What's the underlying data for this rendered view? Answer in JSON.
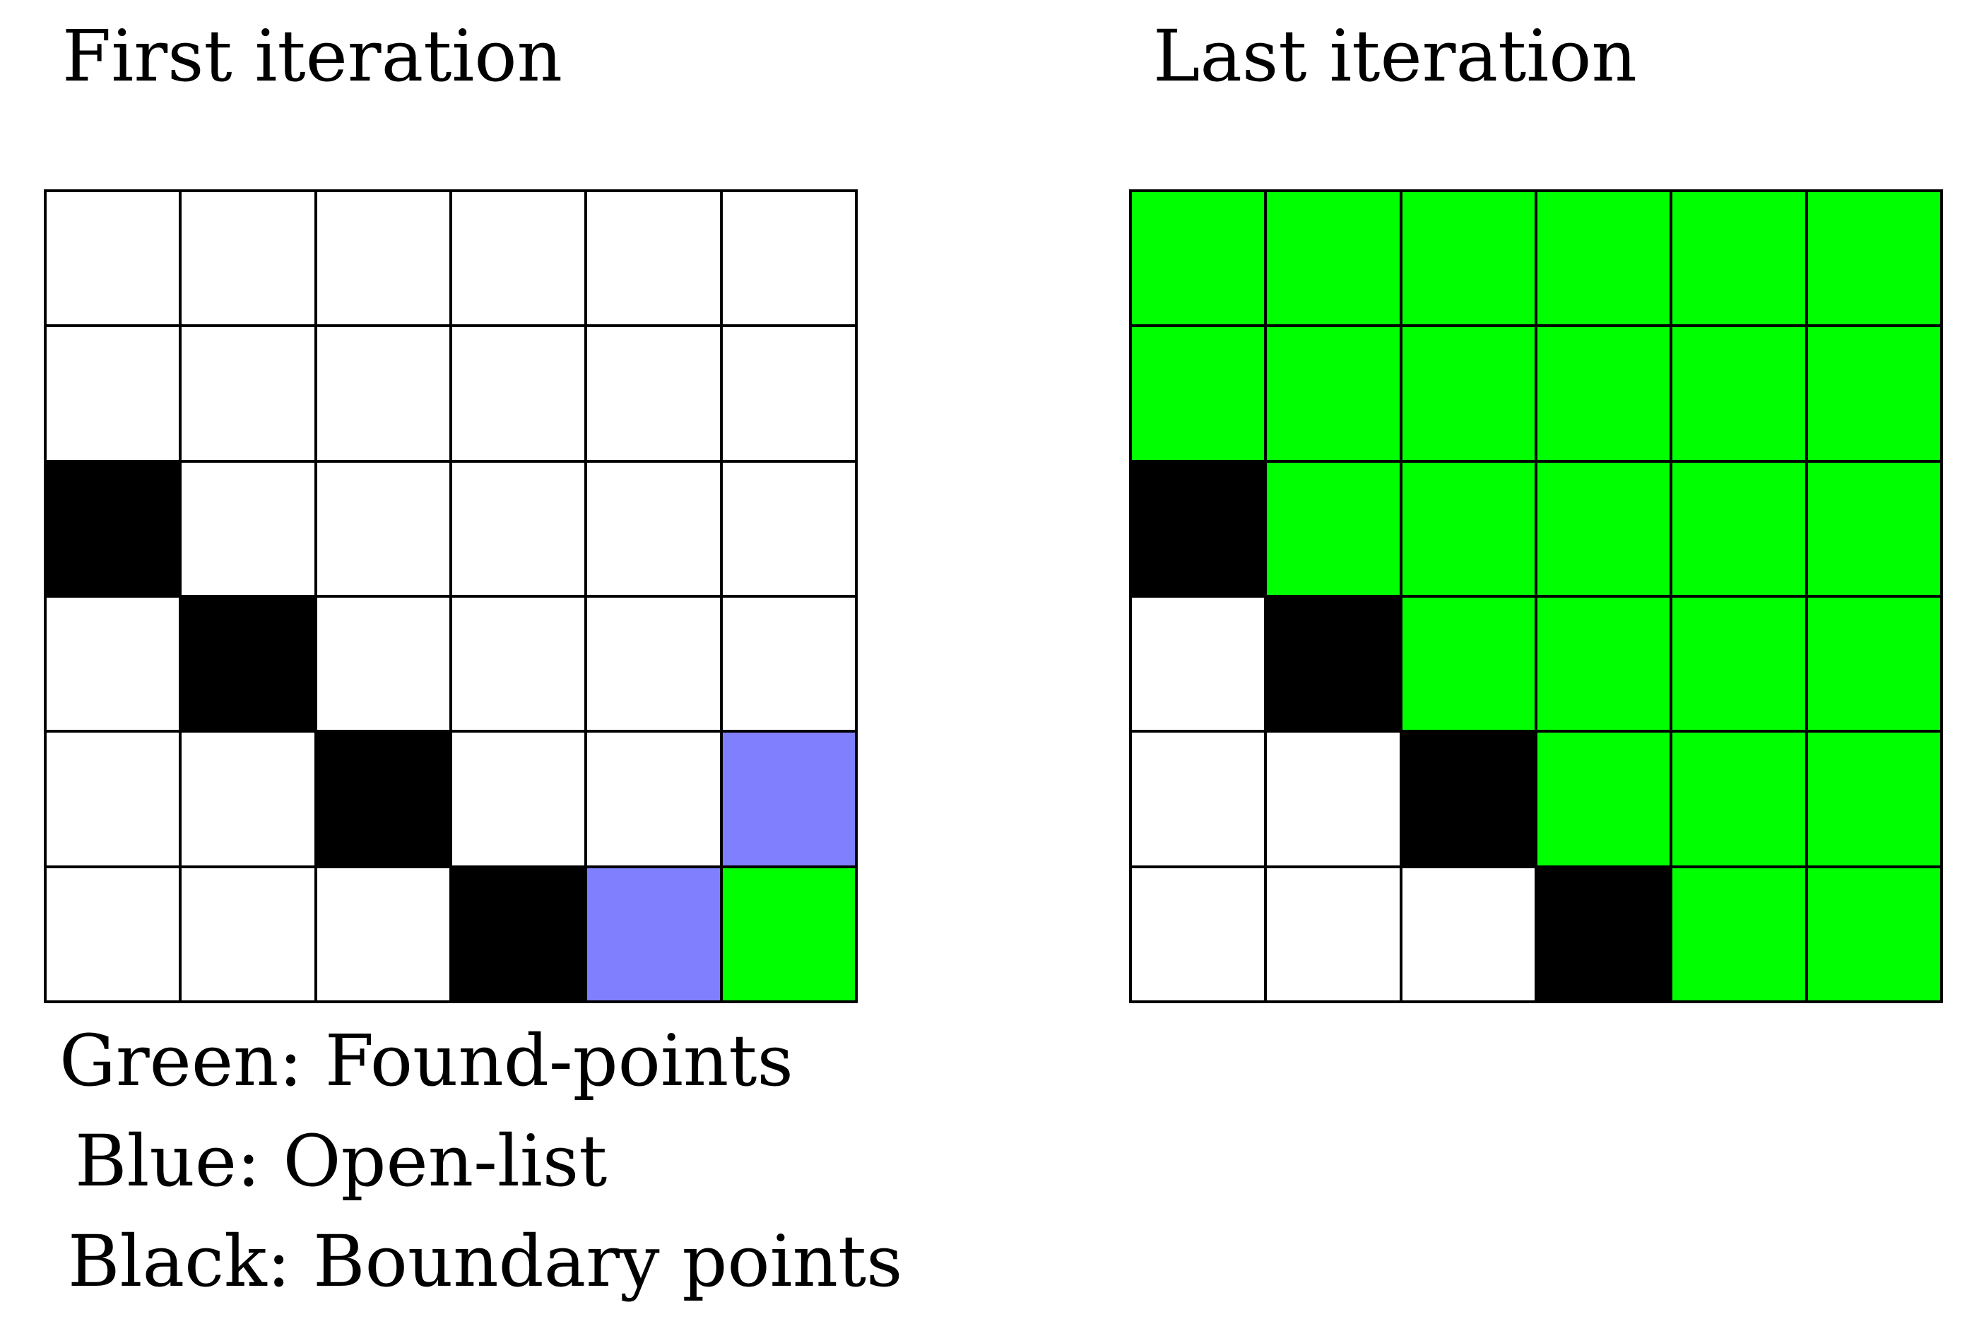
{
  "titles": {
    "first": "First iteration",
    "last": "Last iteration"
  },
  "colors": {
    "W": "#ffffff",
    "K": "#000000",
    "B": "#8080ff",
    "G": "#00ff00"
  },
  "grids": {
    "first": [
      [
        "W",
        "W",
        "W",
        "W",
        "W",
        "W"
      ],
      [
        "W",
        "W",
        "W",
        "W",
        "W",
        "W"
      ],
      [
        "K",
        "W",
        "W",
        "W",
        "W",
        "W"
      ],
      [
        "W",
        "K",
        "W",
        "W",
        "W",
        "W"
      ],
      [
        "W",
        "W",
        "K",
        "W",
        "W",
        "B"
      ],
      [
        "W",
        "W",
        "W",
        "K",
        "B",
        "G"
      ]
    ],
    "last": [
      [
        "G",
        "G",
        "G",
        "G",
        "G",
        "G"
      ],
      [
        "G",
        "G",
        "G",
        "G",
        "G",
        "G"
      ],
      [
        "K",
        "G",
        "G",
        "G",
        "G",
        "G"
      ],
      [
        "W",
        "K",
        "G",
        "G",
        "G",
        "G"
      ],
      [
        "W",
        "W",
        "K",
        "G",
        "G",
        "G"
      ],
      [
        "W",
        "W",
        "W",
        "K",
        "G",
        "G"
      ]
    ]
  },
  "legend": {
    "green": "Green: Found-points",
    "blue": "Blue: Open-list",
    "black": "Black: Boundary points"
  }
}
